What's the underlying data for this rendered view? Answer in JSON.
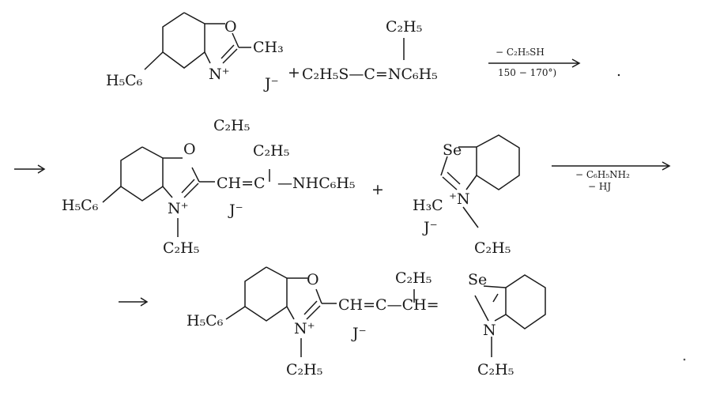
{
  "reaction": {
    "step1": {
      "reactant1": {
        "ring_o": "O",
        "methyl": "CH₃",
        "phenyl": "H₅C₆",
        "n_plus": "N⁺",
        "iodide": "J⁻"
      },
      "plus": "+",
      "reactant2": {
        "ethyl_top": "C₂H₅",
        "formula": "C₂H₅S—C=NC₆H₅"
      },
      "arrow_conditions": {
        "above": "− C₂H₅SH",
        "below": "150 − 170°)"
      },
      "dot": "."
    },
    "step2": {
      "intermediate": {
        "ethyl_top": "C₂H₅",
        "ring_o": "O",
        "phenyl": "H₅C₆",
        "n_plus": "N⁺",
        "n_ethyl": "C₂H₅",
        "chain": "CH=C",
        "chain_ethyl": "C₂H₅",
        "amine": "—NHC₆H₅",
        "iodide": "J⁻"
      },
      "plus": "+",
      "selenazolium": {
        "se": "Se",
        "methyl": "H₃C",
        "n_plus": "⁺N",
        "iodide": "J⁻",
        "n_ethyl": "C₂H₅"
      },
      "arrow_conditions": {
        "above": "− C₆H₅NH₂",
        "below": "− HJ"
      }
    },
    "step3": {
      "product": {
        "ring_o": "O",
        "phenyl": "H₅C₆",
        "n_plus": "N⁺",
        "n_ethyl_left": "C₂H₅",
        "chain": "CH=C—CH=",
        "chain_ethyl": "C₂H₅",
        "iodide": "J⁻",
        "se": "Se",
        "n_right": "N",
        "n_ethyl_right": "C₂H₅"
      }
    }
  }
}
